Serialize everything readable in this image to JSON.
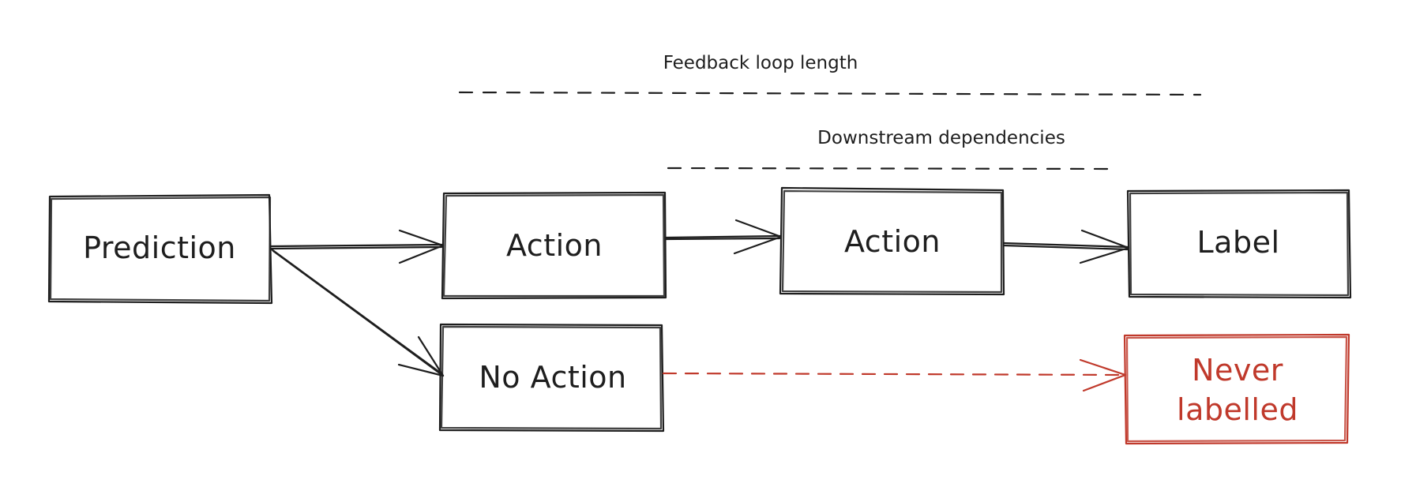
{
  "spans": {
    "feedback_loop": {
      "label": "Feedback loop length"
    },
    "downstream": {
      "label": "Downstream dependencies"
    }
  },
  "nodes": {
    "prediction": {
      "label": "Prediction"
    },
    "action_1": {
      "label": "Action"
    },
    "action_2": {
      "label": "Action"
    },
    "label": {
      "label": "Label"
    },
    "no_action": {
      "label": "No Action"
    },
    "never_labelled": {
      "line1": "Never",
      "line2": "labelled"
    }
  },
  "colors": {
    "ink": "#1e1e1e",
    "highlight": "#c0392b",
    "background": "#ffffff"
  }
}
